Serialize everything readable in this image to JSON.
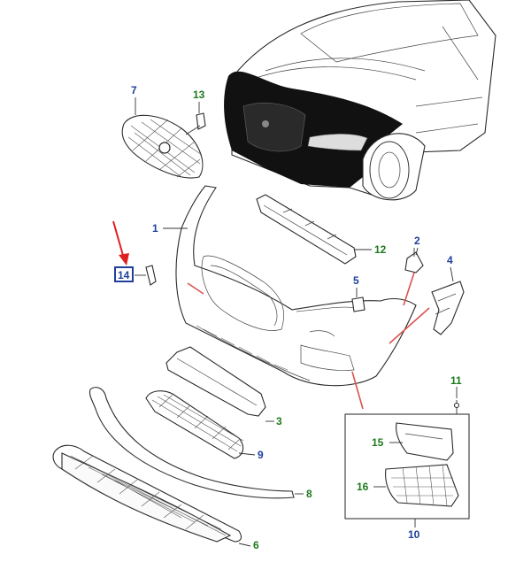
{
  "callouts": [
    {
      "id": "c1",
      "label": "1",
      "color": "blue"
    },
    {
      "id": "c2",
      "label": "2",
      "color": "blue"
    },
    {
      "id": "c3",
      "label": "3",
      "color": "green"
    },
    {
      "id": "c4",
      "label": "4",
      "color": "blue"
    },
    {
      "id": "c5",
      "label": "5",
      "color": "blue"
    },
    {
      "id": "c6",
      "label": "6",
      "color": "green"
    },
    {
      "id": "c7",
      "label": "7",
      "color": "blue"
    },
    {
      "id": "c8",
      "label": "8",
      "color": "green"
    },
    {
      "id": "c9",
      "label": "9",
      "color": "blue"
    },
    {
      "id": "c10",
      "label": "10",
      "color": "blue"
    },
    {
      "id": "c11",
      "label": "11",
      "color": "green"
    },
    {
      "id": "c12",
      "label": "12",
      "color": "green"
    },
    {
      "id": "c13",
      "label": "13",
      "color": "green"
    },
    {
      "id": "c14",
      "label": "14",
      "color": "blue",
      "highlighted": true
    },
    {
      "id": "c15",
      "label": "15",
      "color": "green"
    },
    {
      "id": "c16",
      "label": "16",
      "color": "green"
    }
  ],
  "colors": {
    "blue": "#1f3f9a",
    "green": "#1e7a1e",
    "highlight_arrow": "#e02020",
    "leader_red": "#d9534f"
  },
  "icons": [
    "vehicle-front-outline",
    "red-pointer-arrow"
  ]
}
